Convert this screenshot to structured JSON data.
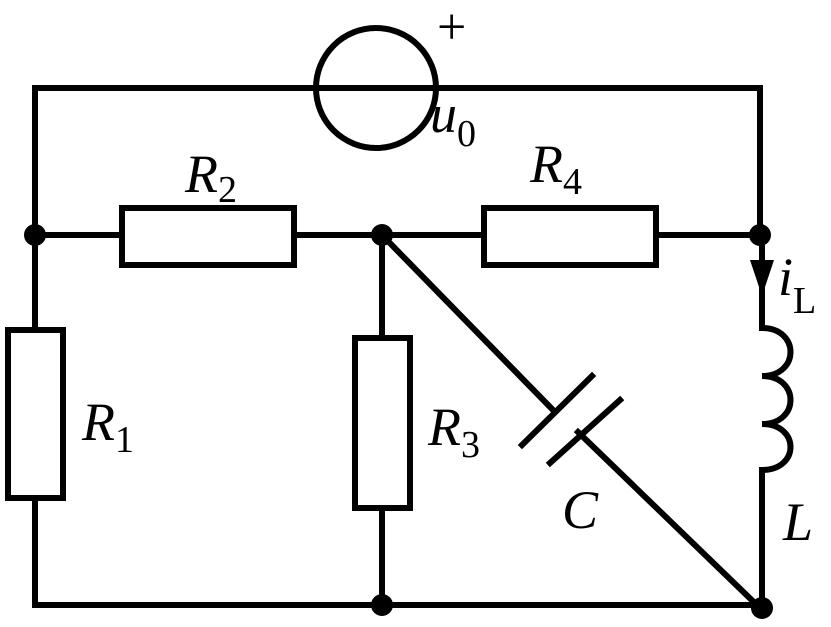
{
  "source": {
    "plus_sign": "+",
    "label": {
      "main": "u",
      "sub": "0"
    }
  },
  "resistors": [
    {
      "main": "R",
      "sub": "1"
    },
    {
      "main": "R",
      "sub": "2"
    },
    {
      "main": "R",
      "sub": "3"
    },
    {
      "main": "R",
      "sub": "4"
    }
  ],
  "capacitor": {
    "main": "C"
  },
  "inductor": {
    "main": "L"
  },
  "current": {
    "main": "i",
    "sub": "L"
  },
  "colors": {
    "line": "#000000",
    "background": "#ffffff"
  }
}
